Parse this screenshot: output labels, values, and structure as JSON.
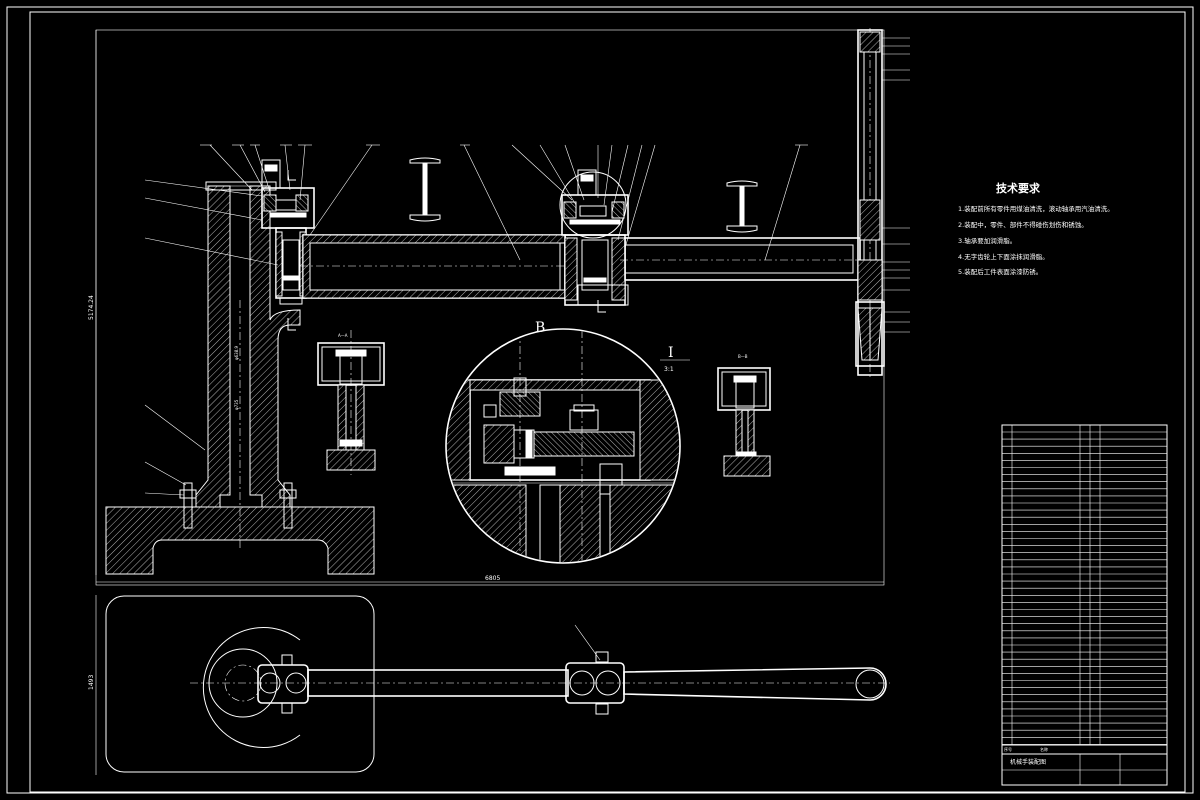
{
  "tech_requirements": {
    "title": "技术要求",
    "items": [
      "1.装配前所有零件用煤油清洗，滚动轴承用汽油清洗。",
      "2.装配中，零件、部件不得碰伤划伤和锈蚀。",
      "3.轴承要加润滑脂。",
      "4.无字齿轮上下面涂抹润滑脂。",
      "5.装配后工件表面涂漆防锈。"
    ]
  },
  "detail_view": {
    "label": "I",
    "scale": "3:1",
    "section_letter": "B"
  },
  "section_views": {
    "aa": "A—A",
    "bb": "B—B"
  },
  "dimensions": {
    "overall_width": "6805",
    "overall_height": "5174.24",
    "plan_width": "1493",
    "column_d1": "φ638.9",
    "column_d2": "φ735"
  },
  "title_block": {
    "drawing_name": "机械手装配图",
    "label_seq": "序号",
    "label_name": "名称"
  },
  "colors": {
    "background": "#000000",
    "line": "#ffffff"
  }
}
